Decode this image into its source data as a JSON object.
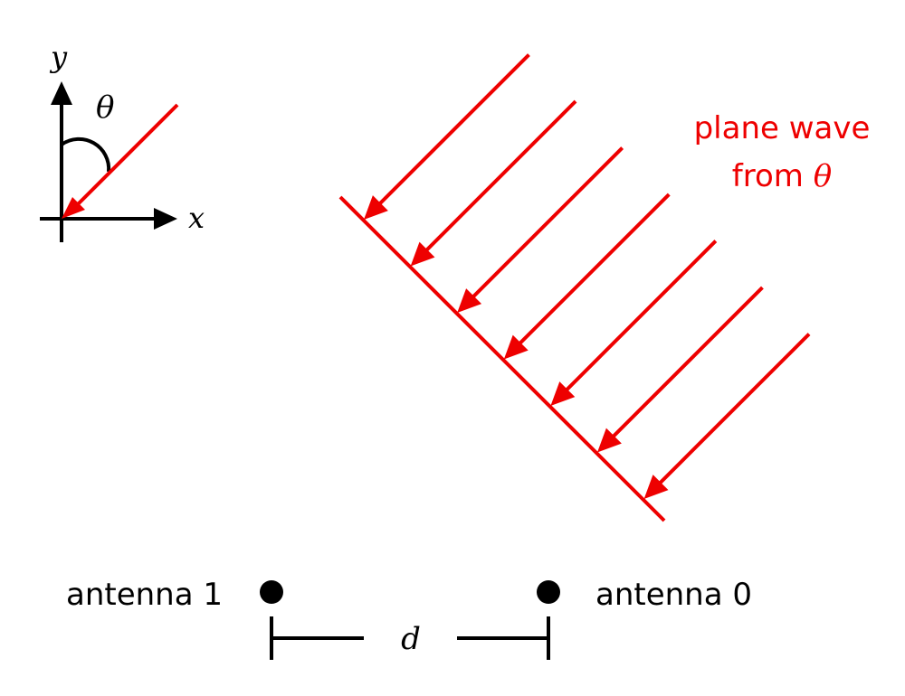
{
  "axes": {
    "x_label": "x",
    "y_label": "y",
    "angle_label": "θ"
  },
  "wave": {
    "label_line1": "plane wave",
    "label_line2_prefix": "from ",
    "label_line2_symbol": "θ",
    "arrow_count": 7
  },
  "antennas": {
    "left_label": "antenna 1",
    "right_label": "antenna 0"
  },
  "spacing": {
    "label": "d"
  },
  "colors": {
    "wave": "#ee0000",
    "ink": "#000000"
  }
}
